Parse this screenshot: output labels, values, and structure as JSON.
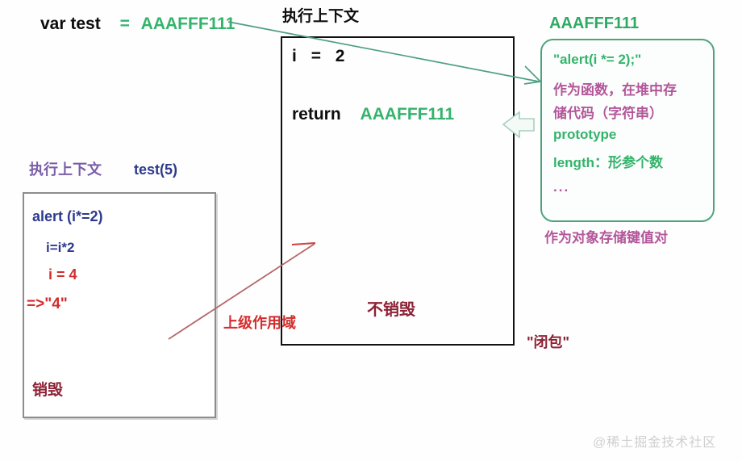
{
  "meta": {
    "diagram_title": "JavaScript closure execution context diagram",
    "colors": {
      "green": "#33b36b",
      "purple": "#7a5ca8",
      "blue": "#2d3a8c",
      "red": "#d32d2d",
      "dark_red": "#8d2236",
      "pink": "#b3569a",
      "box_border_dark": "#111111",
      "box_border_gray": "#8c8c8c",
      "box_border_green": "#4fa37c",
      "watermark_gray": "#cfcfcf"
    }
  },
  "var_declaration": {
    "keyword": "var test",
    "equals": "=",
    "value": "AAAFFF111"
  },
  "exec_context_main": {
    "title": "执行上下文",
    "variable_name": "i",
    "variable_equals": "=",
    "variable_value": "2",
    "return_keyword": "return",
    "return_value": "AAAFFF111",
    "not_destroyed_label": "不销毁",
    "closure_label": "\"闭包\""
  },
  "exec_context_left": {
    "title": "执行上下文",
    "call": "test(5)",
    "lines": [
      {
        "text": "alert (i*=2)",
        "color": "blue"
      },
      {
        "text": "i=i*2",
        "color": "blue"
      },
      {
        "text": "i = 4",
        "color": "red"
      },
      {
        "text": "=>\"4\"",
        "color": "red"
      }
    ],
    "destroy_label": "销毁"
  },
  "scope_arrow": {
    "label": "上级作用域"
  },
  "function_object": {
    "heading": "AAAFFF111",
    "lines": [
      {
        "text": "\"alert(i *= 2);\"",
        "color": "green"
      },
      {
        "text": "作为函数，在堆中存",
        "color": "pink"
      },
      {
        "text": "储代码（字符串）",
        "color": "pink"
      },
      {
        "text": "prototype",
        "color": "green"
      },
      {
        "text": "length：形参个数",
        "color": "green"
      },
      {
        "text": "...",
        "color": "pink"
      }
    ],
    "caption": "作为对象存储键值对"
  },
  "watermark": {
    "text": "@稀土掘金技术社区"
  },
  "icons": {
    "left_pointing_arrow": "left-arrow-callout-icon",
    "green_pointer_line": "green-pointer-arrow-icon",
    "red_scope_arrow": "red-scope-arrow-icon"
  }
}
